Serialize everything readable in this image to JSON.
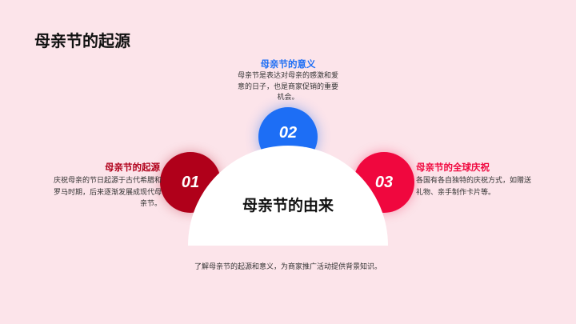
{
  "title": "母亲节的起源",
  "center": {
    "label": "母亲节的由来"
  },
  "items": [
    {
      "number": "01",
      "heading": "母亲节的起源",
      "text": "庆祝母亲的节日起源于古代希腊和罗马时期，后来逐渐发展成现代母亲节。",
      "color": "#b0001a"
    },
    {
      "number": "02",
      "heading": "母亲节的意义",
      "text": "母亲节是表达对母亲的感激和爱意的日子，也是商家促销的重要机会。",
      "color": "#1d6ef5"
    },
    {
      "number": "03",
      "heading": "母亲节的全球庆祝",
      "text": "各国有各自独特的庆祝方式，如赠送礼物、亲手制作卡片等。",
      "color": "#f0073e"
    }
  ],
  "footer": "了解母亲节的起源和意义，为商家推广活动提供背景知识。"
}
